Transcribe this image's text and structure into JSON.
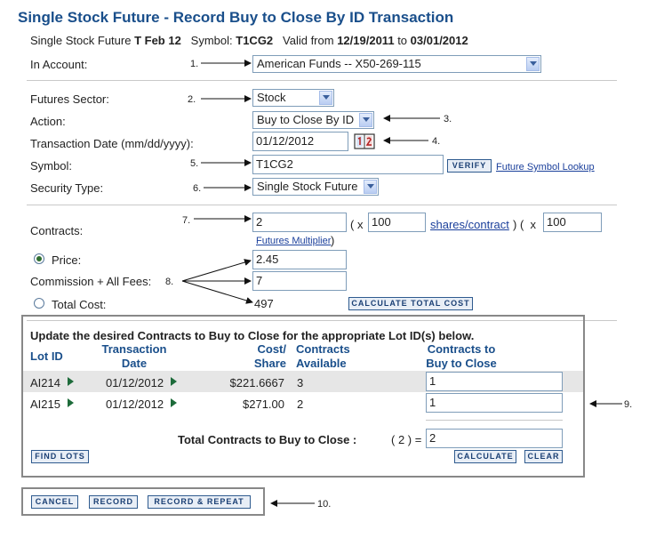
{
  "header": {
    "title": "Single Stock Future - Record Buy to Close By ID Transaction",
    "product_label": "Single Stock Future",
    "product_name": "T Feb 12",
    "symbol_label": "Symbol:",
    "symbol_value": "T1CG2",
    "valid_label": "Valid from",
    "valid_from": "12/19/2011",
    "valid_to_label": "to",
    "valid_to": "03/01/2012"
  },
  "account": {
    "label": "In Account:",
    "value": "American Funds -- X50-269-115"
  },
  "form": {
    "sector_label": "Futures Sector:",
    "sector_value": "Stock",
    "action_label": "Action:",
    "action_value": "Buy to Close By ID",
    "date_label": "Transaction Date (mm/dd/yyyy):",
    "date_value": "01/12/2012",
    "symbol_label": "Symbol:",
    "symbol_value": "T1CG2",
    "verify_label": "VERIFY",
    "lookup_label": "Future Symbol Lookup",
    "security_label": "Security Type:",
    "security_value": "Single Stock Future"
  },
  "cost": {
    "contracts_label": "Contracts:",
    "contracts_value": "2",
    "paren_open": "(",
    "times": "x",
    "shares_value": "100",
    "shares_link": "shares/contract",
    "paren_mid": ")",
    "paren_open2": "(",
    "multiplier_value": "100",
    "multiplier_link": "Futures Multiplier",
    "paren_close": ")",
    "price_label": "Price:",
    "price_value": "2.45",
    "commission_label": "Commission + All Fees:",
    "commission_value": "7",
    "total_label": "Total Cost:",
    "total_value": "497",
    "calc_total_label": "CALCULATE TOTAL COST"
  },
  "lots": {
    "heading": "Update the desired Contracts to Buy to Close for the appropriate Lot ID(s) below.",
    "col_lot": "Lot ID",
    "col_date_1": "Transaction",
    "col_date_2": "Date",
    "col_cost_1": "Cost/",
    "col_cost_2": "Share",
    "col_avail_1": "Contracts",
    "col_avail_2": "Available",
    "col_close_1": "Contracts to",
    "col_close_2": "Buy to Close",
    "rows": [
      {
        "lot": "AI214",
        "date": "01/12/2012",
        "cost": "$221.6667",
        "available": "3",
        "close": "1"
      },
      {
        "lot": "AI215",
        "date": "01/12/2012",
        "cost": "$271.00",
        "available": "2",
        "close": "1"
      }
    ],
    "total_label": "Total Contracts to Buy to Close :",
    "total_count": "( 2 ) =",
    "total_value": "2",
    "find_lots_label": "FIND LOTS",
    "calculate_label": "CALCULATE",
    "clear_label": "CLEAR"
  },
  "actions": {
    "cancel_label": "CANCEL",
    "record_label": "RECORD",
    "record_repeat_label": "RECORD & REPEAT"
  },
  "annotations": [
    "1.",
    "2.",
    "3.",
    "4.",
    "5.",
    "6.",
    "7.",
    "8.",
    "9.",
    "10."
  ],
  "colors": {
    "title": "#1a4f8b",
    "link": "#1a3f9b",
    "row_shade": "#e6e6e6",
    "arrow_green": "#1d6b3a"
  }
}
